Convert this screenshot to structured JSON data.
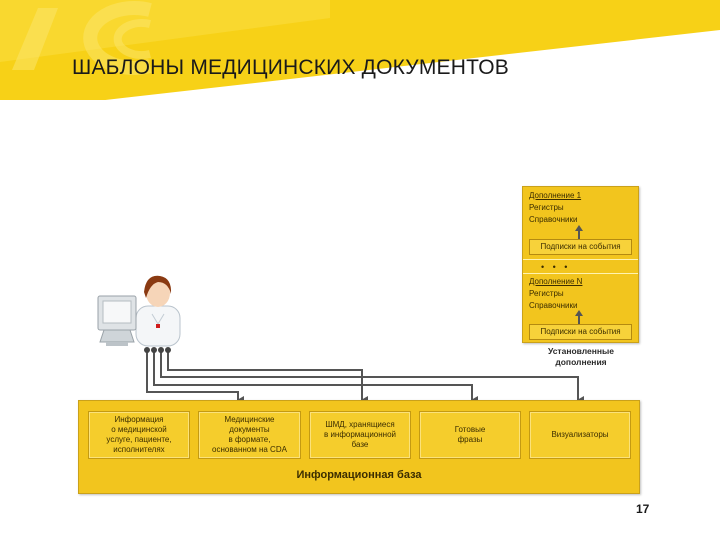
{
  "slide": {
    "title": "ШАБЛОНЫ МЕДИЦИНСКИХ ДОКУМЕНТОВ",
    "page_number": "17"
  },
  "addons_panel": {
    "addon1": {
      "name": "Дополнение 1",
      "lines": [
        "Регистры",
        "Справочники"
      ],
      "subscription": "Подписки на события"
    },
    "ellipsis": "• • •",
    "addonN": {
      "name": "Дополнение N",
      "lines": [
        "Регистры",
        "Справочники"
      ],
      "subscription": "Подписки на события"
    },
    "caption_line1": "Установленные",
    "caption_line2": "дополнения"
  },
  "info_base": {
    "caption": "Информационная база",
    "boxes": [
      [
        "Информация",
        "о медицинской",
        "услуге, пациенте,",
        "исполнителях"
      ],
      [
        "Медицинские",
        "документы",
        "в формате,",
        "основанном на CDA"
      ],
      [
        "ШМД, хранящиеся",
        "в информационной",
        "базе"
      ],
      [
        "Готовые",
        "фразы"
      ],
      [
        "Визуализаторы"
      ]
    ]
  },
  "colors": {
    "panel_yellow": "#f2c51e",
    "brand_yellow": "#f7d117",
    "connector": "#555555"
  },
  "icons": {
    "header_logo": "1c-logo",
    "user": "doctor-at-computer-icon"
  }
}
